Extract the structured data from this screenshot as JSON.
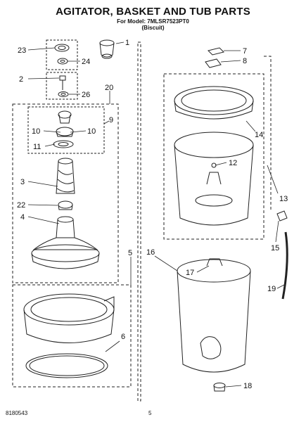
{
  "header": {
    "title": "AGITATOR, BASKET AND TUB PARTS",
    "model_line": "For Model: 7MLSR7523PT0",
    "variant": "(Biscuit)"
  },
  "footer": {
    "doc_number": "8180543",
    "page": "5"
  },
  "callouts": {
    "c1": "1",
    "c2": "2",
    "c3": "3",
    "c4": "4",
    "c5": "5",
    "c6": "6",
    "c7": "7",
    "c8": "8",
    "c9": "9",
    "c10a": "10",
    "c10b": "10",
    "c11": "11",
    "c12": "12",
    "c13": "13",
    "c14": "14",
    "c15": "15",
    "c16": "16",
    "c17": "17",
    "c18": "18",
    "c19": "19",
    "c20": "20",
    "c22": "22",
    "c23": "23",
    "c24": "24",
    "c26": "26"
  }
}
